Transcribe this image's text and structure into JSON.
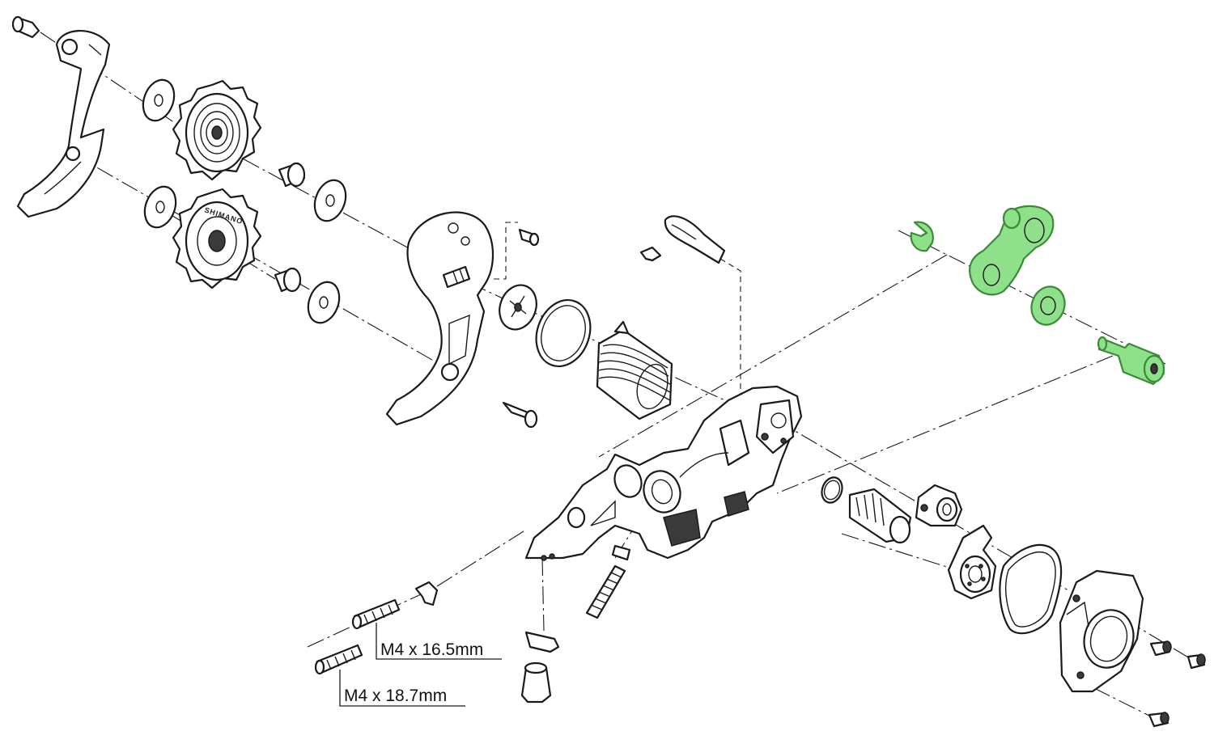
{
  "labels": {
    "bolt_upper": "M4 x 16.5mm",
    "bolt_lower": "M4 x 18.7mm"
  },
  "pulley_logo": "SHIMANO",
  "highlight_color": "#8fe08a"
}
